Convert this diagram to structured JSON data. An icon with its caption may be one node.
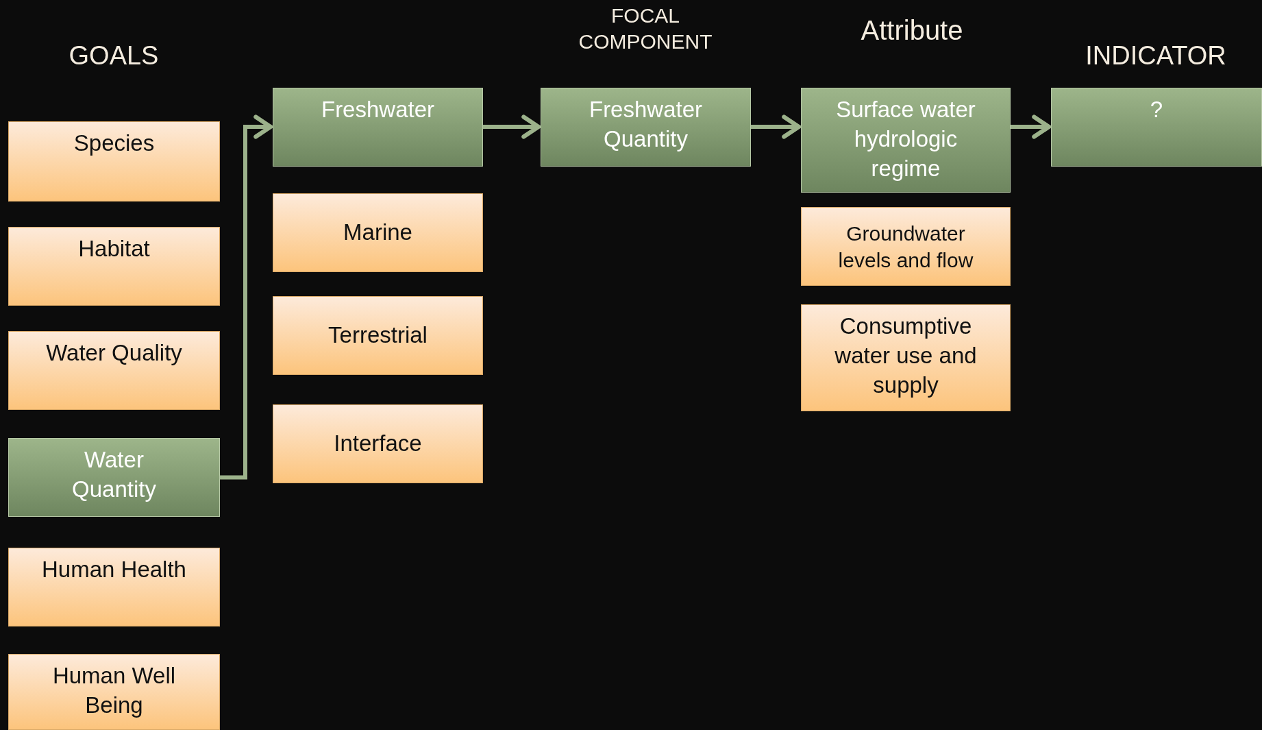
{
  "diagram": {
    "nodes": [
      {
        "text": [
          "Species"
        ]
      },
      {
        "text": [
          "Habitat"
        ]
      },
      {
        "text": [
          "Water Quality"
        ]
      },
      {
        "text": [
          "Water Quantity"
        ]
      },
      {
        "text": [
          "Human Health"
        ]
      },
      {
        "text": [
          "Human Well Being"
        ]
      },
      {
        "text": [
          "Freshwater"
        ]
      },
      {
        "text": [
          "Marine"
        ]
      },
      {
        "text": [
          "Terrestrial"
        ]
      },
      {
        "text": [
          "Interface"
        ]
      },
      {
        "text": [
          "Freshwater Quantity"
        ]
      },
      {
        "text": [
          "Surface water hydrologic regime"
        ]
      },
      {
        "text": [
          "Groundwater levels and flow"
        ]
      },
      {
        "text": [
          "Consumptive water use and supply"
        ]
      },
      {
        "text": [
          "?"
        ]
      }
    ],
    "edges": [
      {
        "from": 3,
        "to": 6,
        "arrow": "to"
      },
      {
        "from": 6,
        "to": 10,
        "arrow": "to"
      },
      {
        "from": 10,
        "to": 11,
        "arrow": "to"
      },
      {
        "from": 11,
        "to": 14,
        "arrow": "to"
      }
    ],
    "labels": [
      "GOALS",
      "FOCAL COMPONENT",
      "Attribute",
      "INDICATOR"
    ]
  }
}
